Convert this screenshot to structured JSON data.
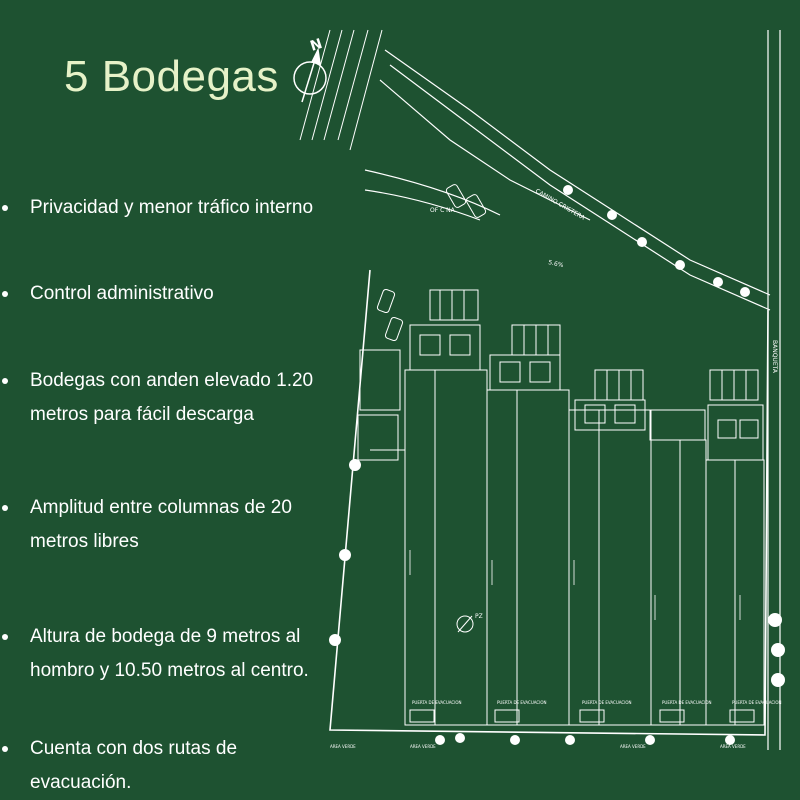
{
  "slide": {
    "title": "5 Bodegas",
    "bullets": [
      "Privacidad y menor tráfico interno",
      "Control administrativo",
      "Bodegas con anden elevado   1.20 metros para fácil descarga",
      "Amplitud entre columnas de 20 metros libres",
      "Altura de bodega de 9 metros al hombro y 10.50 metros al centro.",
      "Cuenta con dos rutas de evacuación."
    ]
  },
  "plan": {
    "north_label": "N",
    "road_label": "CAMINO CRISTERA",
    "office_label": "OF C NA",
    "slope_label": "5.6%",
    "well_label": "PZ",
    "exit_label": "PUERTA DE EVACUACION",
    "green_area_label": "AREA VERDE",
    "sidewalk_label": "BANQUETA",
    "colors": {
      "background": "#1e5231",
      "lines": "#ffffff",
      "title": "#e6f2c8"
    }
  }
}
